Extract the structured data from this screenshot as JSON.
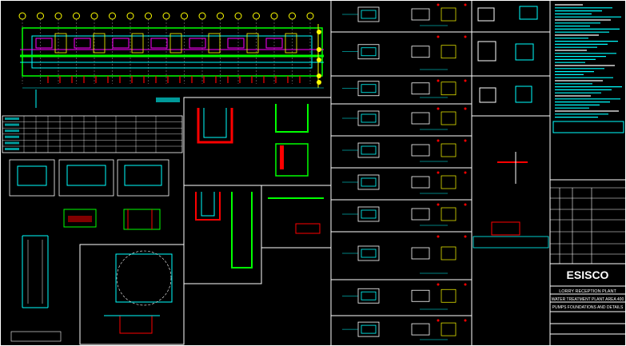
{
  "title_block": {
    "company": "ESISCO",
    "project": "LORRY RECEPTION PLANT",
    "area": "WATER TREATMENT PLANT AREA 400",
    "drawing_title": "PUMPS FOUNDATIONS AND DETAILS"
  },
  "colors": {
    "background": "#000000",
    "frame": "#ffffff",
    "cyan": "#00ffff",
    "green": "#00ff00",
    "red": "#ff0000",
    "yellow": "#ffff00",
    "magenta": "#ff00ff"
  }
}
